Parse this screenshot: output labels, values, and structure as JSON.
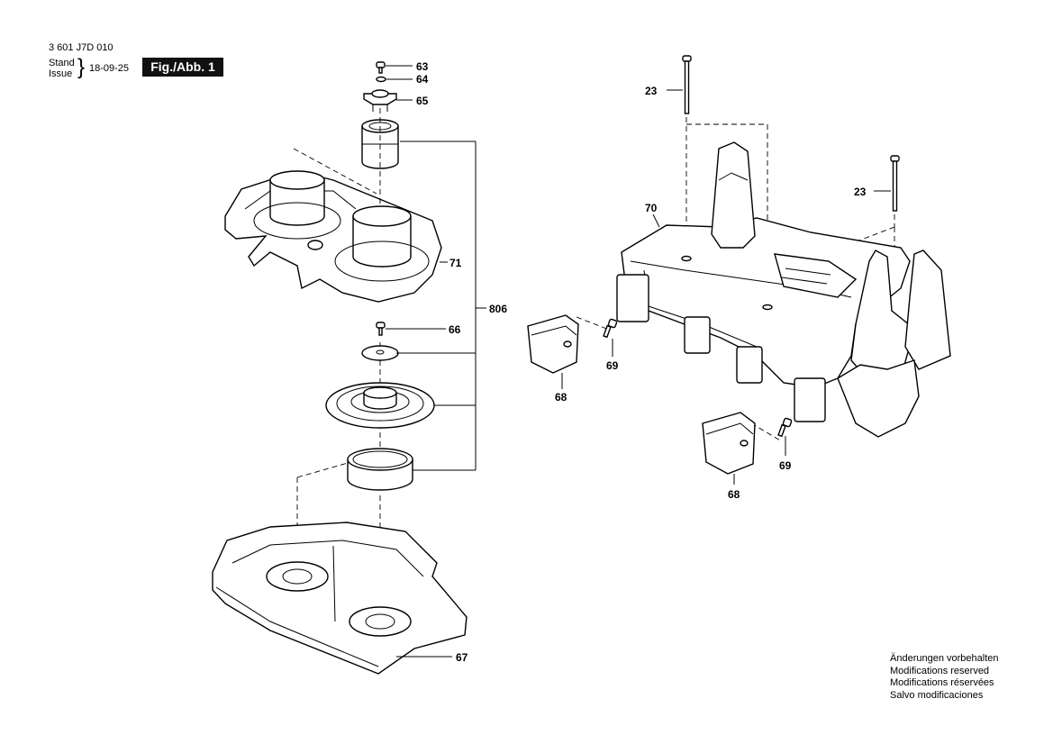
{
  "header": {
    "doc_number": "3 601 J7D 010",
    "stand_label": "Stand",
    "issue_label": "Issue",
    "date": "18-09-25",
    "figure_label": "Fig./Abb. 1"
  },
  "callouts": {
    "c63": "63",
    "c64": "64",
    "c65": "65",
    "c71": "71",
    "c806": "806",
    "c66": "66",
    "c67": "67",
    "c23a": "23",
    "c23b": "23",
    "c70": "70",
    "c69a": "69",
    "c68a": "68",
    "c69b": "69",
    "c68b": "68"
  },
  "notes": [
    "Änderungen vorbehalten",
    "Modifications reserved",
    "Modifications réservées",
    "Salvo modificaciones"
  ]
}
